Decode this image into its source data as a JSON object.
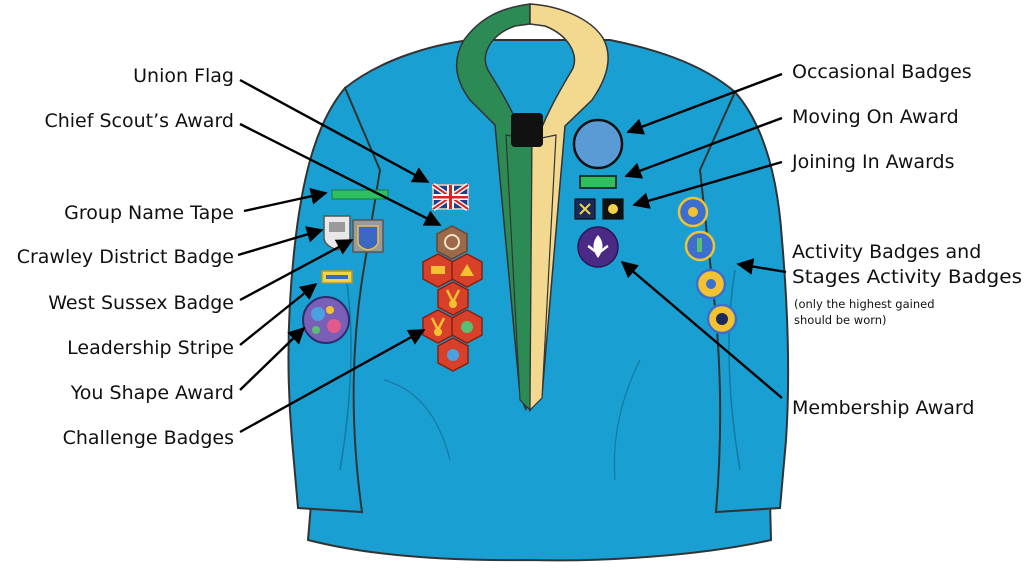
{
  "labels_left": {
    "union_flag": "Union Flag",
    "chief_scouts_award": "Chief Scout’s Award",
    "group_name_tape": "Group Name Tape",
    "crawley_district_badge": "Crawley District Badge",
    "west_sussex_badge": "West Sussex Badge",
    "leadership_stripe": "Leadership Stripe",
    "you_shape_award": "You Shape Award",
    "challenge_badges": "Challenge Badges"
  },
  "labels_right": {
    "occasional_badges": "Occasional Badges",
    "moving_on_award": "Moving On Award",
    "joining_in_awards": "Joining In Awards",
    "activity_badges_line1": "Activity Badges and",
    "activity_badges_line2": "Stages Activity Badges",
    "activity_note_line1": "(only the highest gained",
    "activity_note_line2": "should be worn)",
    "membership_award": "Membership Award"
  },
  "colors": {
    "shirt": "#1a9fd2",
    "shirt_outline": "#333333",
    "necker_green": "#2c8a55",
    "necker_yellow": "#f3d98f",
    "woggle": "#111111",
    "challenge_badge_red": "#d8402a",
    "chief_scout_brown": "#9b6a4a",
    "membership_purple": "#4b2a85",
    "occasional_blue": "#5b9bd5",
    "name_tape_green": "#2fbf5f",
    "activity_yellow": "#f2c230",
    "activity_blue": "#3c6fd0"
  }
}
